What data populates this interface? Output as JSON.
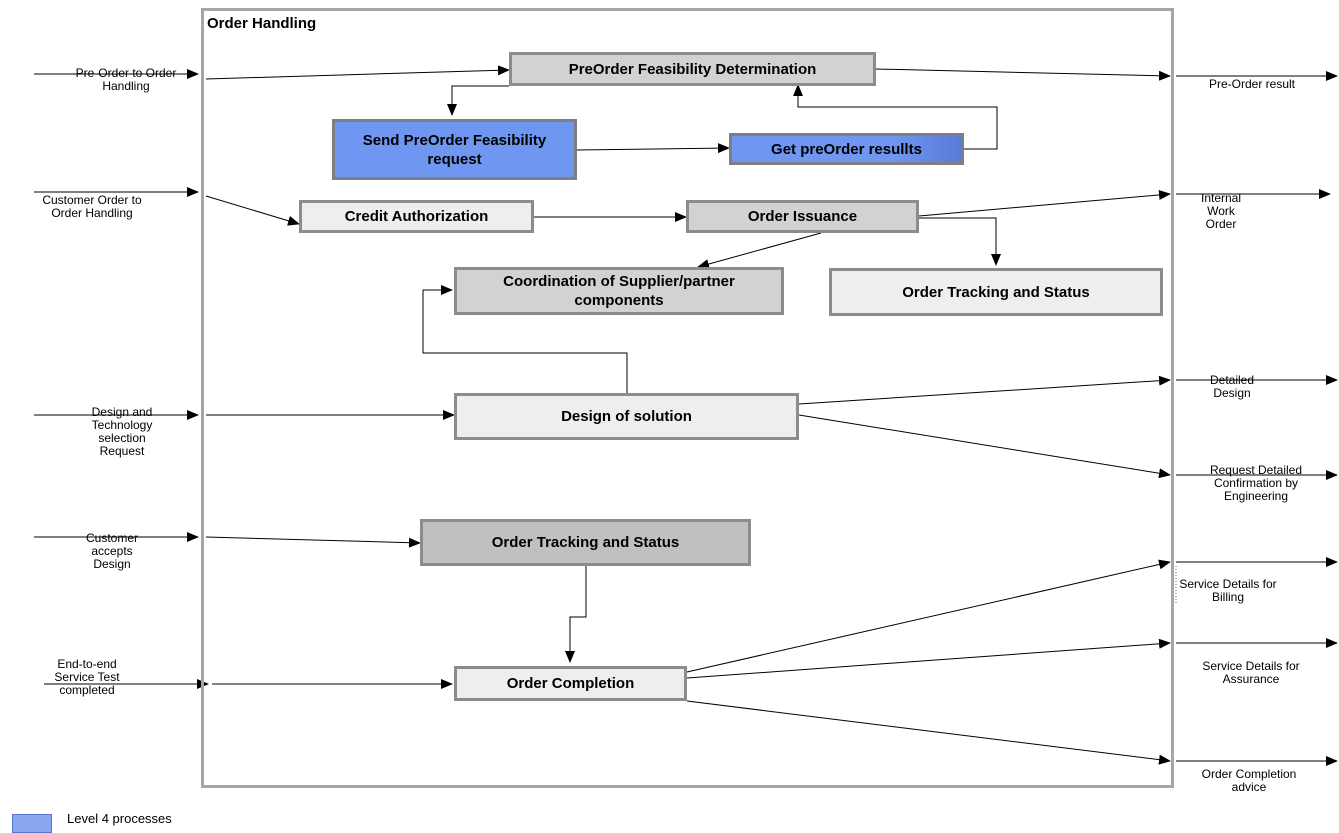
{
  "frame": {
    "title": "Order Handling"
  },
  "processes": {
    "preorder_feasibility": "PreOrder Feasibility Determination",
    "send_preorder_request": "Send PreOrder Feasibility request",
    "get_preorder_results": "Get preOrder resullts",
    "credit_authorization": "Credit Authorization",
    "order_issuance": "Order Issuance",
    "coordination_supplier": "Coordination of Supplier/partner components",
    "order_tracking_1": "Order Tracking and Status",
    "design_of_solution": "Design of solution",
    "order_tracking_2": "Order Tracking and Status",
    "order_completion": "Order Completion"
  },
  "inputs": {
    "preorder_to_order": "Pre-Order to Order Handling",
    "customer_order": "Customer Order to Order Handling",
    "design_request": "Design and Technology selection Request",
    "customer_accepts": "Customer accepts Design",
    "end_to_end": "End-to-end Service Test completed"
  },
  "outputs": {
    "preorder_result": "Pre-Order result",
    "internal_work_order": "Internal Work Order",
    "detailed_design": "Detailed Design",
    "request_detailed": "Request Detailed Confirmation by Engineering",
    "service_billing": "Service Details for Billing",
    "service_assurance": "Service Details for Assurance",
    "order_completion_advice": "Order Completion advice"
  },
  "legend": {
    "label": "Level 4 processes",
    "color": "#8aa8f0"
  }
}
